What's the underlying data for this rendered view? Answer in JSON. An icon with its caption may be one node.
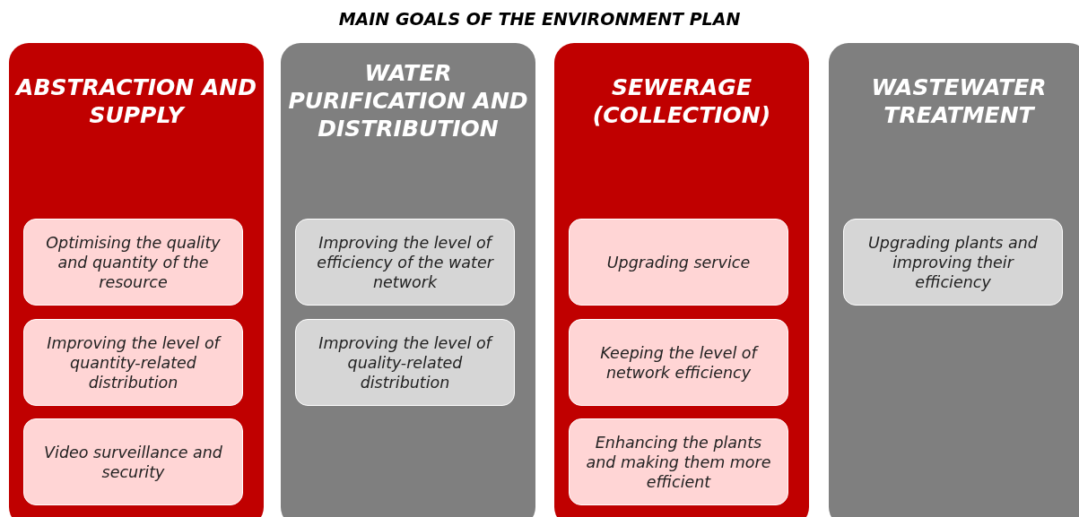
{
  "diagram": {
    "title": "MAIN GOALS OF THE ENVIRONMENT PLAN",
    "nodes": [
      {
        "text": [
          "ABSTRACTION AND SUPPLY"
        ]
      },
      {
        "text": [
          "Optimising the quality and quantity of the resource"
        ],
        "in": 0
      },
      {
        "text": [
          "Improving the level of quantity-related distribution"
        ],
        "in": 0
      },
      {
        "text": [
          "Video surveillance and security"
        ],
        "in": 0
      },
      {
        "text": [
          "WATER PURIFICATION AND DISTRIBUTION"
        ]
      },
      {
        "text": [
          "Improving the level of efficiency of the water network"
        ],
        "in": 4
      },
      {
        "text": [
          "Improving the level of quality-related distribution"
        ],
        "in": 4
      },
      {
        "text": [
          "SEWERAGE (COLLECTION)"
        ]
      },
      {
        "text": [
          "Upgrading service"
        ],
        "in": 7
      },
      {
        "text": [
          "Keeping the level of network efficiency"
        ],
        "in": 7
      },
      {
        "text": [
          "Enhancing the plants and making them more efficient"
        ],
        "in": 7
      },
      {
        "text": [
          "WASTEWATER TREATMENT"
        ]
      },
      {
        "text": [
          "Upgrading plants and improving their efficiency"
        ],
        "in": 11
      }
    ]
  }
}
